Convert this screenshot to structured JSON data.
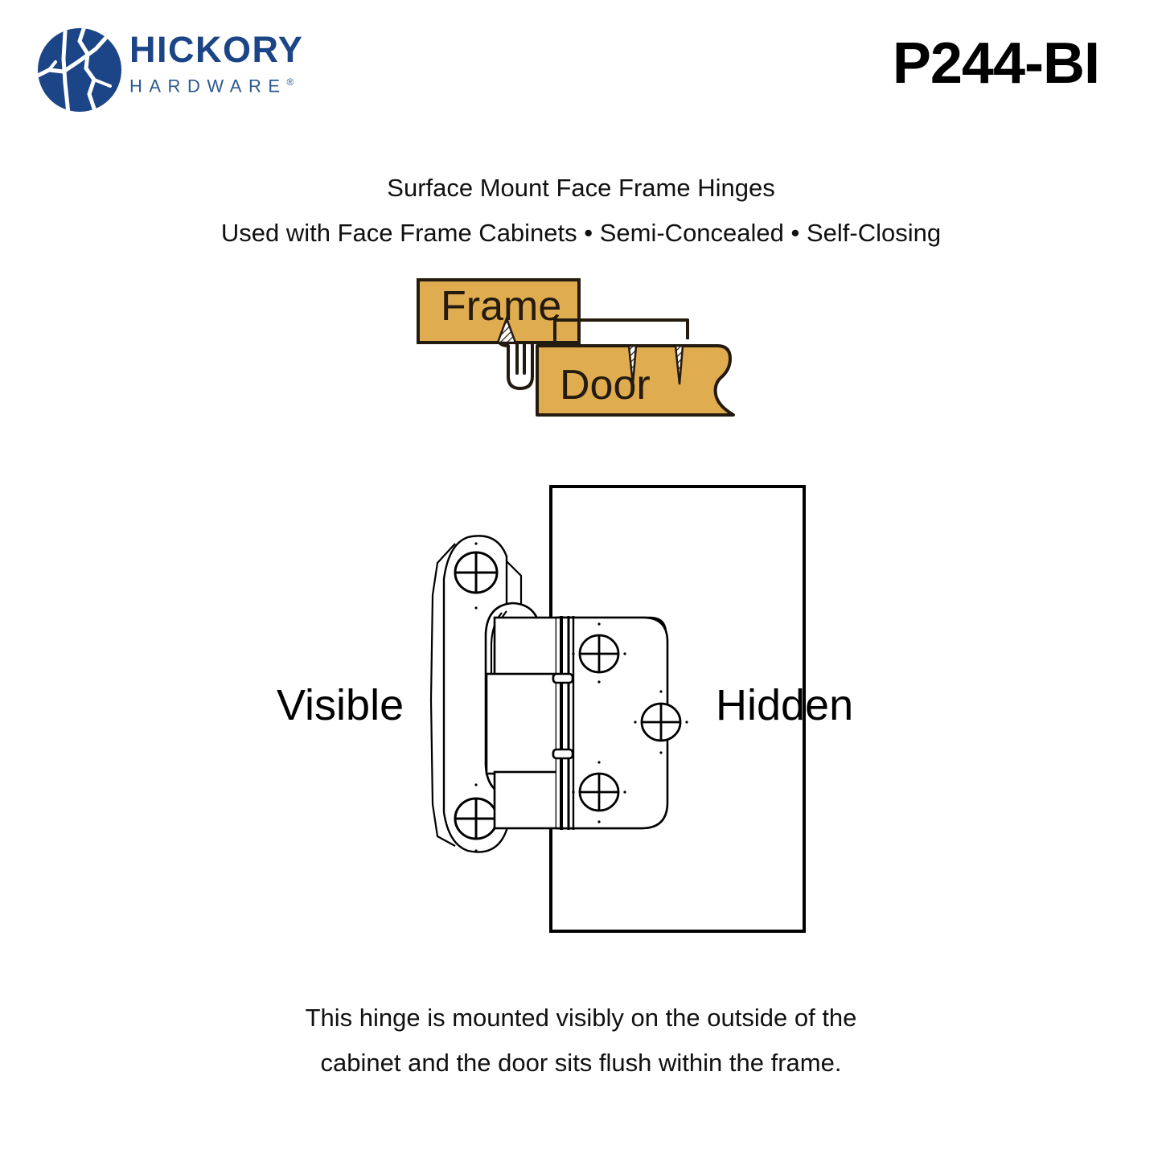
{
  "brand": {
    "logo_icon": "hickory-cracked-circle-logo",
    "name_line1": "HICKORY",
    "name_line2": "HARDWARE",
    "registered_mark": "®",
    "brand_color": "#1b4586"
  },
  "product": {
    "code": "P244-BI"
  },
  "subtitles": {
    "line1": "Surface Mount Face Frame Hinges",
    "line2": "Used with Face Frame Cabinets • Semi-Concealed • Self-Closing"
  },
  "frame_door_diagram": {
    "frame_label": "Frame",
    "door_label": "Door",
    "wood_color": "#e0ac50",
    "outline_color": "#231a10"
  },
  "hinge_diagram": {
    "visible_label": "Visible",
    "hidden_label": "Hidden",
    "line_color": "#000000"
  },
  "caption": {
    "line1": "This hinge is mounted visibly on the outside of the",
    "line2": "cabinet and the door sits flush within the frame."
  }
}
